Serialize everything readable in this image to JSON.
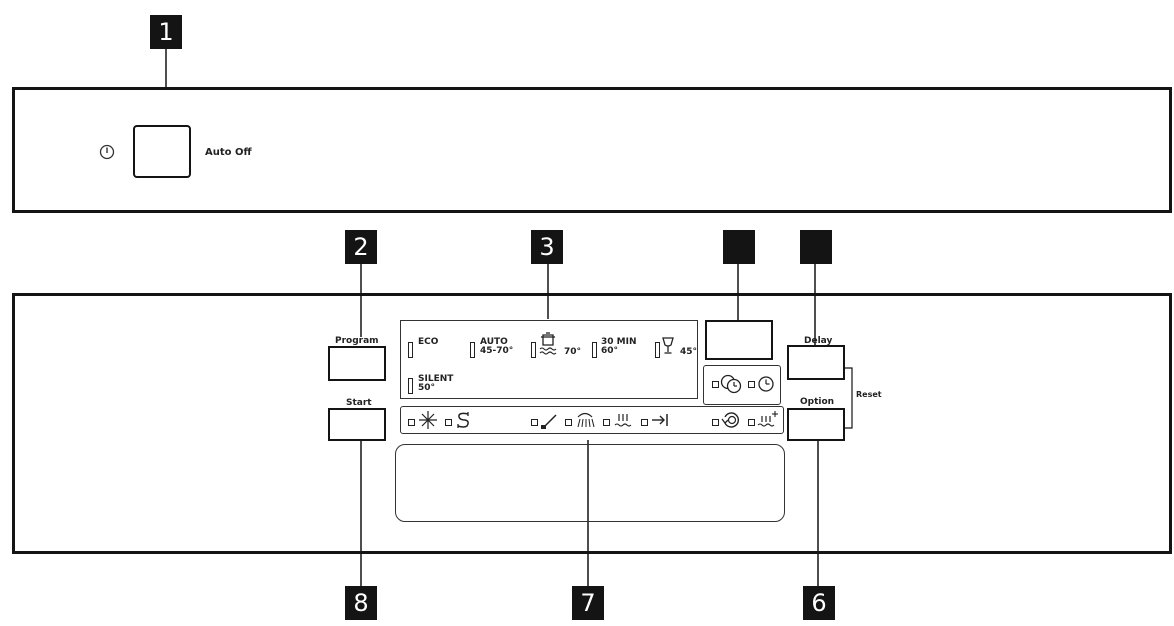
{
  "callouts": [
    "1",
    "2",
    "3",
    "",
    "",
    "8",
    "7",
    "6"
  ],
  "top_panel": {
    "power_symbol": "power-icon",
    "auto_off_label": "Auto Off"
  },
  "buttons": {
    "program_label": "Program",
    "start_label": "Start",
    "delay_label": "Delay",
    "option_label": "Option",
    "reset_label": "Reset"
  },
  "programs": [
    {
      "line1": "ECO",
      "line2": ""
    },
    {
      "line1": "AUTO",
      "line2": "45-70°"
    },
    {
      "line1": "70°",
      "line2": "",
      "icon": "intensive-pot-icon"
    },
    {
      "line1": "30 MIN",
      "line2": "60°"
    },
    {
      "line1": "45°",
      "line2": "",
      "icon": "glass-icon"
    },
    {
      "line1": "SILENT",
      "line2": "50°"
    }
  ],
  "status_indicators": [
    "salt-icon",
    "rinse-aid-icon",
    "detergent-icon",
    "wash-icon",
    "dry-icon",
    "end-icon"
  ],
  "delay_indicators": [
    "delay-3h-icon",
    "delay-time-icon"
  ],
  "option_indicators": [
    "extra-dry-icon",
    "extra-hygiene-icon"
  ],
  "colors": {
    "ink": "#141414",
    "background": "#ffffff"
  }
}
